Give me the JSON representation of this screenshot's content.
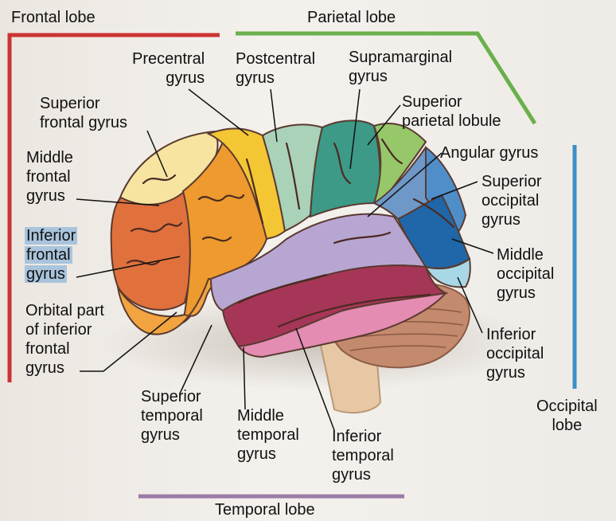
{
  "lobes": {
    "frontal": "Frontal lobe",
    "parietal": "Parietal lobe",
    "occipital": [
      "Occipital",
      "lobe"
    ],
    "temporal": "Temporal lobe"
  },
  "gyri": {
    "precentral": [
      "Precentral",
      "gyrus"
    ],
    "postcentral": [
      "Postcentral",
      "gyrus"
    ],
    "supramarginal": [
      "Supramarginal",
      "gyrus"
    ],
    "superior_parietal": [
      "Superior",
      "parietal lobule"
    ],
    "superior_frontal": [
      "Superior",
      "frontal gyrus"
    ],
    "middle_frontal": [
      "Middle",
      "frontal",
      "gyrus"
    ],
    "inferior_frontal": [
      "Inferior",
      "frontal",
      "gyrus"
    ],
    "orbital_inferior_frontal": [
      "Orbital part",
      "of inferior",
      "frontal",
      "gyrus"
    ],
    "angular": "Angular gyrus",
    "superior_occipital": [
      "Superior",
      "occipital",
      "gyrus"
    ],
    "middle_occipital": [
      "Middle",
      "occipital",
      "gyrus"
    ],
    "inferior_occipital": [
      "Inferior",
      "occipital",
      "gyrus"
    ],
    "superior_temporal": [
      "Superior",
      "temporal",
      "gyrus"
    ],
    "middle_temporal": [
      "Middle",
      "temporal",
      "gyrus"
    ],
    "inferior_temporal": [
      "Inferior",
      "temporal",
      "gyrus"
    ]
  },
  "colors": {
    "frontal_bracket": "#cc3333",
    "parietal_bracket": "#6ab04c",
    "occipital_bracket": "#3d8fc8",
    "temporal_bracket": "#9b7ba6",
    "highlight": "#a9c4dc"
  }
}
